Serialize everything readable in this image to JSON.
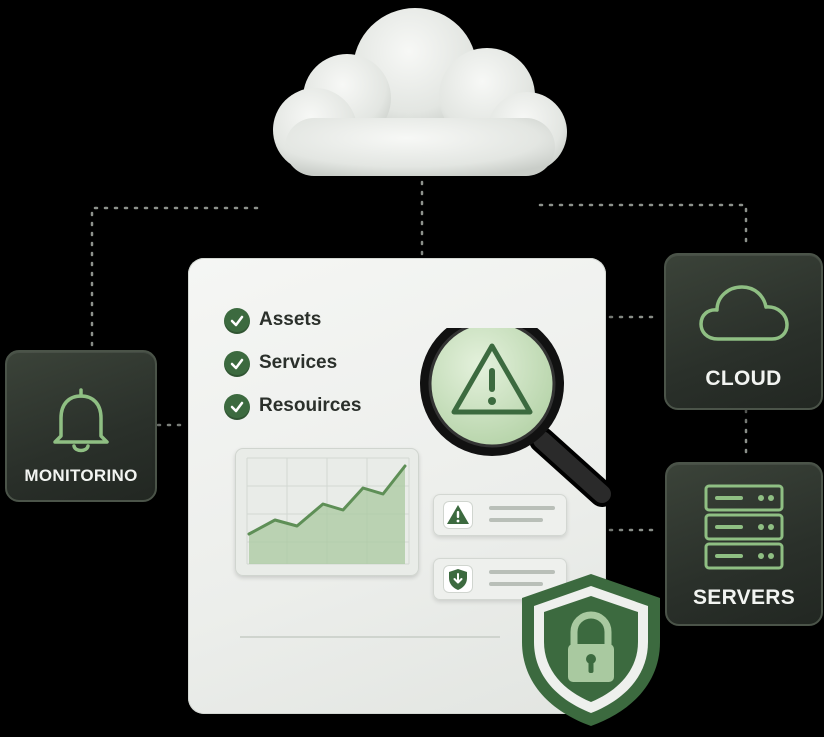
{
  "cloud_graphic": {
    "icon": "cloud-icon"
  },
  "dashboard": {
    "checklist": [
      {
        "label": "Assets",
        "icon": "check-circle-icon"
      },
      {
        "label": "Services",
        "icon": "check-circle-icon"
      },
      {
        "label": "Resouirces",
        "icon": "check-circle-icon"
      }
    ],
    "trend_chart_icon": "area-trend-chart",
    "alert_cards": [
      {
        "icon": "warning-triangle-icon"
      },
      {
        "icon": "shield-download-icon"
      }
    ]
  },
  "magnifier": {
    "icon": "magnifier-warning-icon"
  },
  "security_shield": {
    "icon": "shield-lock-icon"
  },
  "tiles": {
    "monitoring": {
      "label": "MONITORINO",
      "icon": "bell-icon"
    },
    "cloud": {
      "label": "CLOUD",
      "icon": "cloud-outline-icon"
    },
    "servers": {
      "label": "SERVERS",
      "icon": "server-rack-icon"
    }
  },
  "colors": {
    "background": "#000000",
    "accent_green": "#3c6a3f",
    "light_green": "#8fbf83",
    "tile_dark": "#2f352e",
    "panel_light": "#f0f2ef"
  }
}
